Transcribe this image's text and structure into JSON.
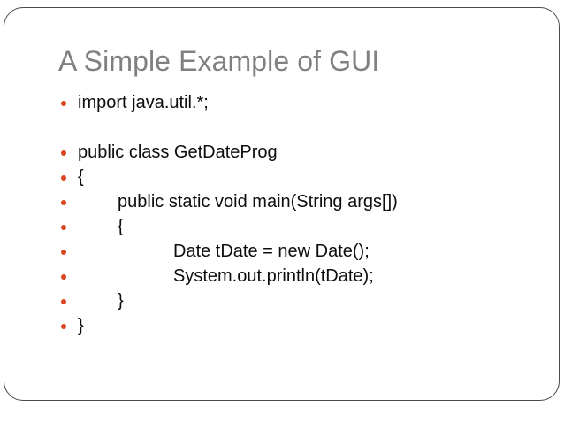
{
  "slide": {
    "title": "A Simple Example of GUI",
    "title_color": "#808080",
    "bullet_color": "#d9451f",
    "text_color": "#0d0d0d",
    "background_color": "#ffffff",
    "frame_color": "#4a4a52",
    "lines": [
      {
        "text": "import java.util.*;",
        "indent": 0,
        "bullet": true
      },
      {
        "text": "",
        "indent": 0,
        "bullet": false
      },
      {
        "text": "public class GetDateProg",
        "indent": 0,
        "bullet": true
      },
      {
        "text": "{",
        "indent": 0,
        "bullet": true
      },
      {
        "text": "public static void main(String args[])",
        "indent": 1,
        "bullet": true
      },
      {
        "text": "{",
        "indent": 1,
        "bullet": true
      },
      {
        "text": "Date tDate = new Date();",
        "indent": 2,
        "bullet": true
      },
      {
        "text": "System.out.println(tDate);",
        "indent": 2,
        "bullet": true
      },
      {
        "text": "}",
        "indent": 1,
        "bullet": true
      },
      {
        "text": "}",
        "indent": 0,
        "bullet": true
      }
    ]
  }
}
